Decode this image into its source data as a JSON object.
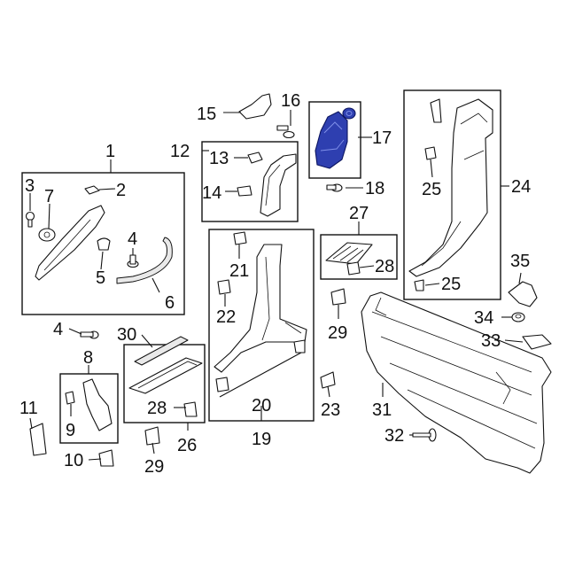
{
  "callouts": {
    "c1": "1",
    "c2": "2",
    "c3": "3",
    "c4": "4",
    "c4b": "4",
    "c5": "5",
    "c6": "6",
    "c7": "7",
    "c8": "8",
    "c9": "9",
    "c10": "10",
    "c11": "11",
    "c12": "12",
    "c13": "13",
    "c14": "14",
    "c15": "15",
    "c16": "16",
    "c17": "17",
    "c18": "18",
    "c19": "19",
    "c20": "20",
    "c21": "21",
    "c22": "22",
    "c23": "23",
    "c24": "24",
    "c25a": "25",
    "c25b": "25",
    "c26": "26",
    "c27": "27",
    "c28a": "28",
    "c28b": "28",
    "c29a": "29",
    "c29b": "29",
    "c30": "30",
    "c31": "31",
    "c32": "32",
    "c33": "33",
    "c34": "34",
    "c35": "35"
  },
  "highlight_color": "#2e3fb0"
}
